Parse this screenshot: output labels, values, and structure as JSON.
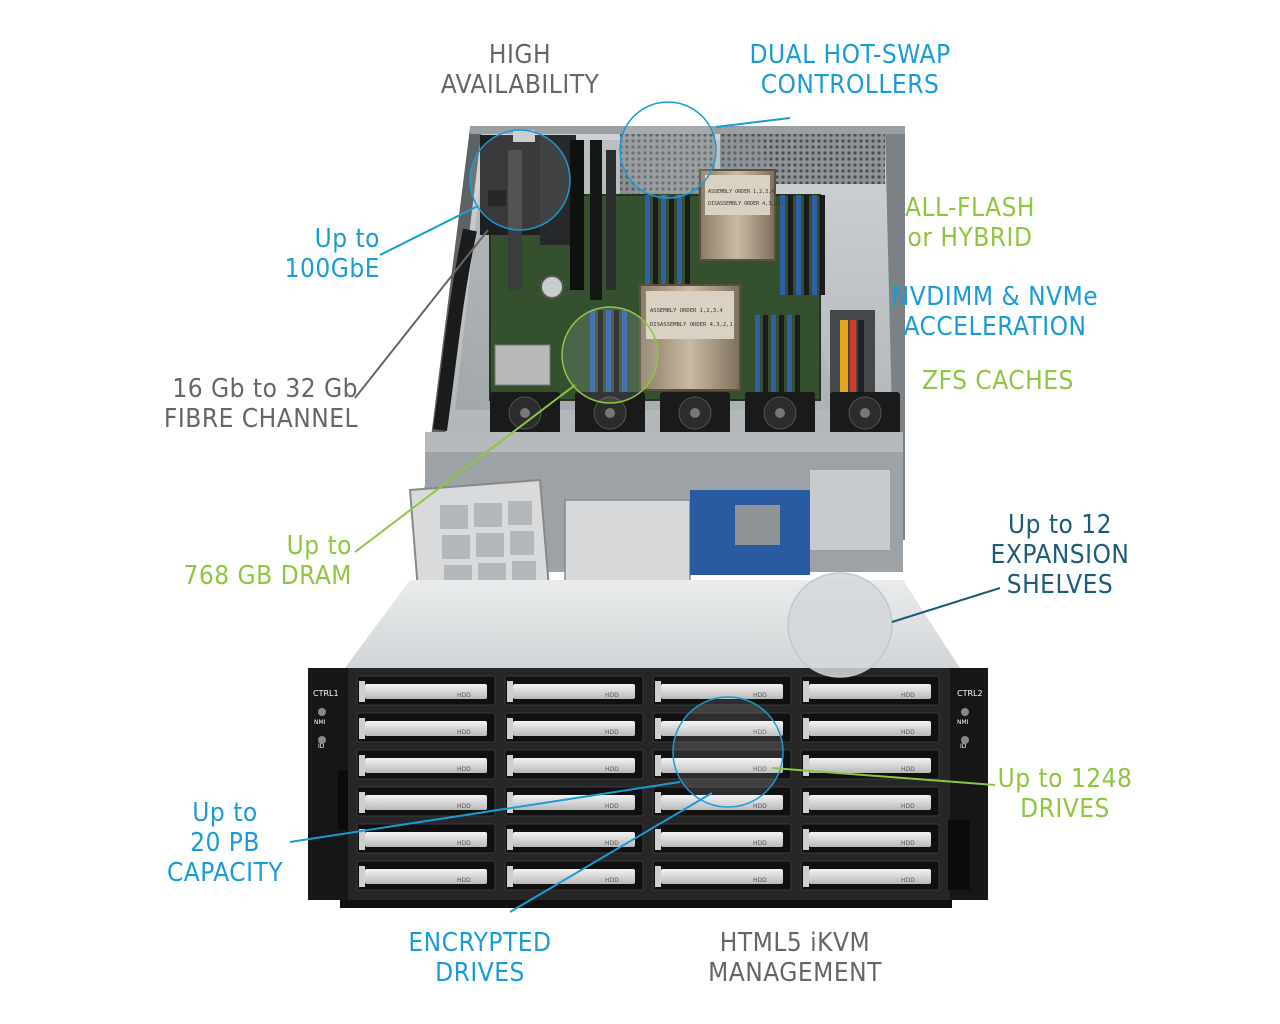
{
  "colors": {
    "gray": "#666666",
    "blue": "#1a9bd6",
    "green": "#8dc641",
    "teal": "#1d5b7a",
    "chassis": "#2a2a2a",
    "board": "#3b5a3a"
  },
  "callouts": {
    "high_availability": {
      "line1": "HIGH",
      "line2": "AVAILABILITY"
    },
    "dual_controllers": {
      "line1": "DUAL HOT-SWAP",
      "line2": "CONTROLLERS"
    },
    "all_flash": {
      "line1": "ALL-FLASH",
      "line2": "or HYBRID"
    },
    "nvdimm": {
      "line1": "NVDIMM & NVMe",
      "line2": "ACCELERATION"
    },
    "zfs": {
      "line1": "ZFS CACHES"
    },
    "network": {
      "line1": "Up to",
      "line2": "100GbE"
    },
    "fibre": {
      "line1": "16 Gb to 32 Gb",
      "line2": "FIBRE CHANNEL"
    },
    "dram": {
      "line1": "Up to",
      "line2": "768 GB DRAM"
    },
    "shelves": {
      "line1": "Up to 12",
      "line2": "EXPANSION",
      "line3": "SHELVES"
    },
    "drives": {
      "line1": "Up to 1248",
      "line2": "DRIVES"
    },
    "capacity": {
      "line1": "Up to",
      "line2": "20 PB",
      "line3": "CAPACITY"
    },
    "encrypted": {
      "line1": "ENCRYPTED",
      "line2": "DRIVES"
    },
    "ikvm": {
      "line1": "HTML5 iKVM",
      "line2": "MANAGEMENT"
    }
  },
  "hardware": {
    "drive_label": "HDD",
    "ctrl1": "CTRL1",
    "ctrl2": "CTRL2",
    "nmi": "NMI",
    "id": "ID",
    "cpu_marking": {
      "line1": "ASSEMBLY ORDER 1,2,3,4",
      "line2": "DISASSEMBLY ORDER 4,3,2,1"
    }
  }
}
